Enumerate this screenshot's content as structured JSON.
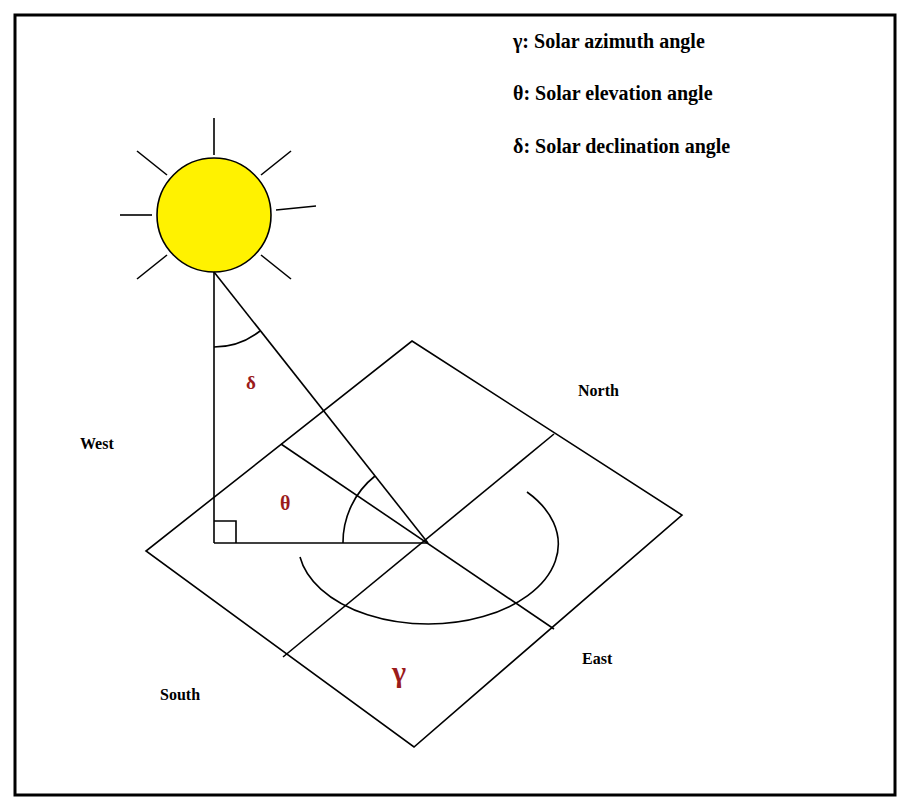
{
  "diagram": {
    "labels": [
      "γ: Solar azimuth angle",
      "θ: Solar elevation angle",
      "δ: Solar declination angle",
      "δ",
      "θ",
      "γ",
      "West",
      "North",
      "East",
      "South"
    ]
  }
}
